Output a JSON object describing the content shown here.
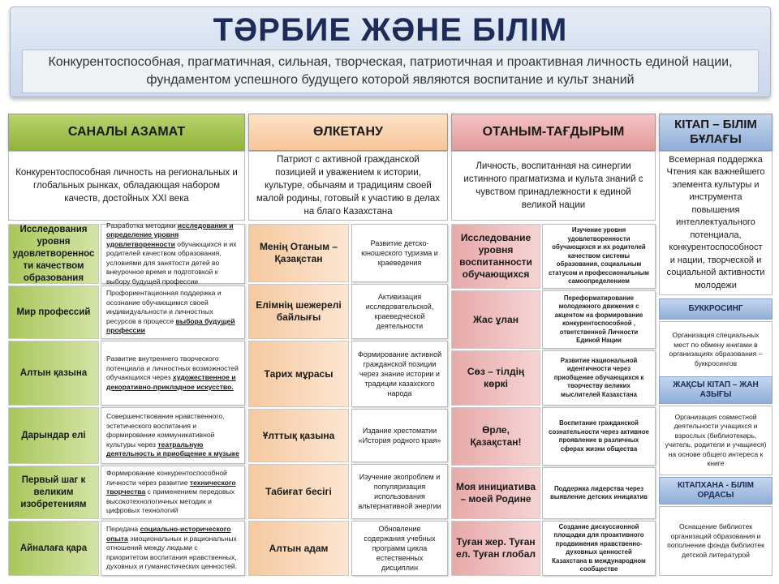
{
  "header": {
    "title": "ТӘРБИЕ ЖӘНЕ БІЛІМ",
    "subtitle": "Конкурентоспособная, прагматичная, сильная, творческая, патриотичная и проактивная личность единой нации, фундаментом успешного будущего которой являются воспитание и культ знаний"
  },
  "columns": [
    {
      "heading": "САНАЛЫ АЗАМАТ",
      "description": "Конкурентоспособная личность на региональных и глобальных рынках, обладающая набором качеств, достойных XXI века",
      "rows": [
        {
          "name": "Исследования уровня удовлетвореннос ти качеством образования",
          "pre": "Разработка методики ",
          "u": "исследования и определение уровня удовлетворенности",
          "post": " обучающихся и их родителей качеством образования, условиями для занятости детей во внеурочное время и подготовкой к выбору будущей профессии"
        },
        {
          "name": "Мир профессий",
          "pre": "Профориентационная поддержка и осознание обучающимся своей индивидуальности и личностных ресурсов в процессе ",
          "u": "выбора будущей профессии",
          "post": ""
        },
        {
          "name": "Алтын қазына",
          "pre": "Развитие внутреннего творческого потенциала и личностных возможностей обучающихся через ",
          "u": "художественное и декоративно-прикладное искусство.",
          "post": ""
        },
        {
          "name": "Дарындар елі",
          "pre": "Совершенствование нравственного, эстетического воспитания и формирование коммуникативной культуры через ",
          "u": "театральную деятельность и приобщение к музыке",
          "post": ""
        },
        {
          "name": "Первый шаг к великим изобретениям",
          "pre": "Формирование конкурентоспособной личности через развитие ",
          "u": "технического творчества",
          "post": " с применением передовых высокотехнологичных методик и цифровых технологий"
        },
        {
          "name": "Айналаға қара",
          "pre": "Передача ",
          "u": "социально-исторического опыта",
          "post": " эмоциональных и рациональных отношений между людьми с приоритетом воспитания нравственных, духовных и гуманистических ценностей."
        }
      ]
    },
    {
      "heading": "ӨЛКЕТАНУ",
      "description": "Патриот с активной гражданской позицией и уважением к истории, культуре, обычаям и традициям своей малой родины, готовый к участию в делах на благо Казахстана",
      "rows": [
        {
          "name": "Менің Отаным – Қазақстан",
          "text": "Развитие детско-юношеского туризма и краеведения"
        },
        {
          "name": "Елімнің шежерелі байлығы",
          "text": "Активизация исследовательской, краеведческой деятельности"
        },
        {
          "name": "Тарих мұрасы",
          "text": "Формирование активной гражданской позиции через знание истории и традиции казахского народа"
        },
        {
          "name": "Ұлттық қазына",
          "text": "Издание хрестоматии «История родного края»"
        },
        {
          "name": "Табиғат бесігі",
          "text": "Изучение экопроблем и популяризация использования альтернативной энергии"
        },
        {
          "name": "Алтын адам",
          "text": "Обновление содержания учебных программ цикла естественных дисциплин"
        }
      ]
    },
    {
      "heading": "ОТАНЫМ-ТАҒДЫРЫМ",
      "description": "Личность, воспитанная на синергии истинного прагматизма и культа знаний с чувством принадлежности к единой великой нации",
      "rows": [
        {
          "name": "Исследование уровня воспитанности обучающихся",
          "text": "Изучение уровня удовлетворенности обучающихся и их родителей качеством системы образования, социальным статусом и профессиональным самоопределением"
        },
        {
          "name": "Жас ұлан",
          "text": "Переформатирование молодежного движения с акцентом на формирование конкурентоспособной , ответственной Личности Единой Нации"
        },
        {
          "name": "Сөз – тілдің көркі",
          "text": "Развитие национальной идентичности через приобщение обучающихся к творчеству великих мыслителей Казахстана"
        },
        {
          "name": "Өрле, Қазақстан!",
          "text": "Воспитание гражданской сознательности через активное проявление в различных сферах жизни общества"
        },
        {
          "name": "Моя инициатива – моей Родине",
          "text": "Поддержка лидерства через выявление детских инициатив"
        },
        {
          "name": "Туған жер. Туған ел. Туған глобал",
          "text": "Создание дискуссионной площадки для проактивного продвижения нравственно-духовных ценностей Казахстана в международном сообществе"
        }
      ]
    },
    {
      "heading": "КІТАП – БІЛІМ БҰЛАҒЫ",
      "description": "Всемерная поддержка Чтения как важнейшего элемента культуры и инструмента повышения интеллектуального потенциала, конкурентоспособност и нации, творческой и социальной активности молодежи",
      "sections": [
        {
          "heading": "БУККРОСИНГ",
          "text": "Организация специальных мест по обмену книгами в организациях образования – буккросингов"
        },
        {
          "heading": "ЖАҚСЫ КІТАП – ЖАН АЗЫҒЫ",
          "text": "Организация совместной деятельности учащихся и взрослых (библиотекарь, учитель, родители и учащиеся) на основе общего интереса к книге"
        },
        {
          "heading": "КІТАПХАНА - БІЛІМ ОРДАСЫ",
          "text": "Оснащение библиотек организаций образования и пополнение фонда библиотек детской литературой"
        }
      ]
    }
  ]
}
